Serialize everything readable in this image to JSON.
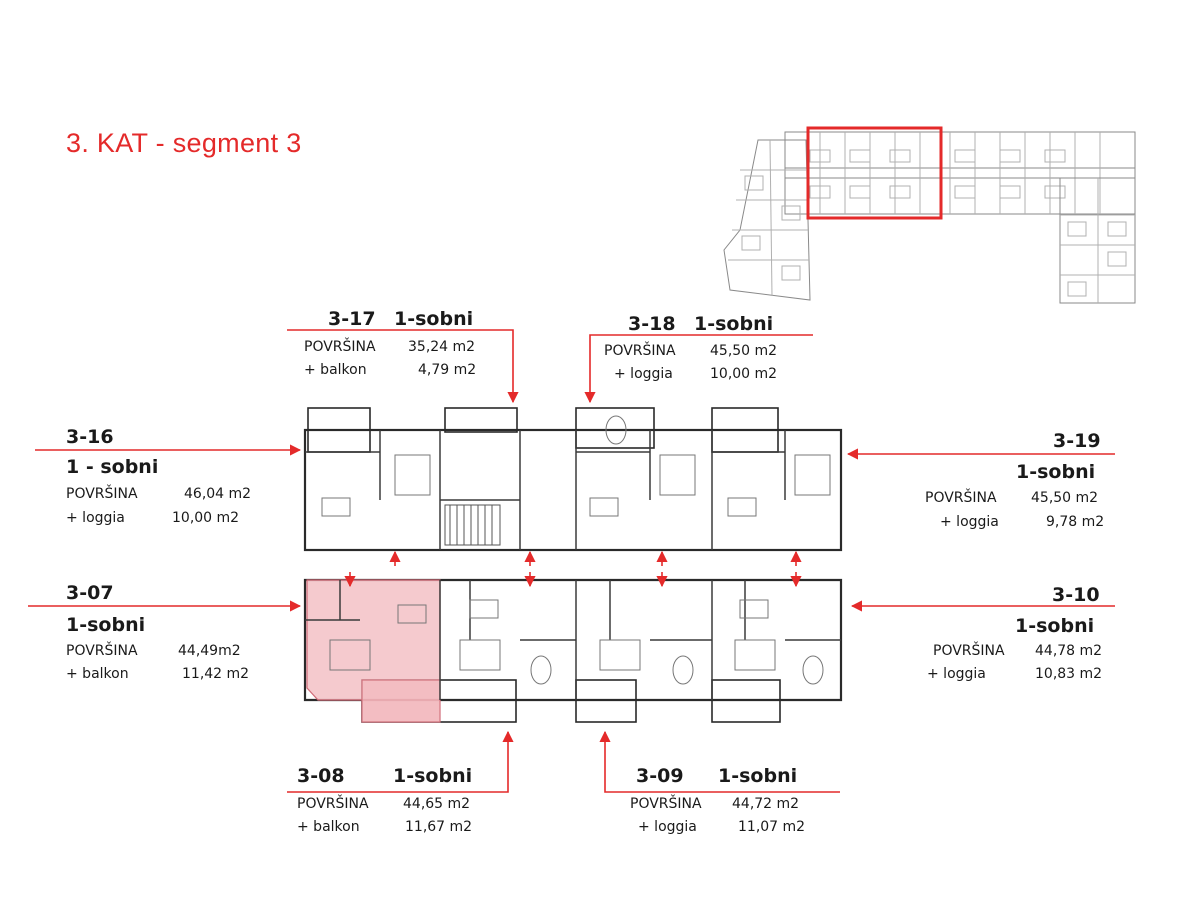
{
  "title": "3. KAT - segment 3",
  "accent_color": "#e42a2a",
  "highlight_color": "#f1b8bd",
  "units": [
    {
      "id": "3-17",
      "code": "3-17",
      "type": "1-sobni",
      "area_label": "POVRŠINA",
      "area": "35,24 m2",
      "extra_label": "+ balkon",
      "extra": "4,79 m2"
    },
    {
      "id": "3-18",
      "code": "3-18",
      "type": "1-sobni",
      "area_label": "POVRŠINA",
      "area": "45,50 m2",
      "extra_label": "+ loggia",
      "extra": "10,00 m2"
    },
    {
      "id": "3-16",
      "code": "3-16",
      "type": "1 - sobni",
      "area_label": "POVRŠINA",
      "area": "46,04 m2",
      "extra_label": "+ loggia",
      "extra": "10,00 m2"
    },
    {
      "id": "3-19",
      "code": "3-19",
      "type": "1-sobni",
      "area_label": "POVRŠINA",
      "area": "45,50 m2",
      "extra_label": "+ loggia",
      "extra": "9,78 m2"
    },
    {
      "id": "3-07",
      "code": "3-07",
      "type": "1-sobni",
      "area_label": "POVRŠINA",
      "area": "44,49m2",
      "extra_label": "+ balkon",
      "extra": "11,42 m2"
    },
    {
      "id": "3-10",
      "code": "3-10",
      "type": "1-sobni",
      "area_label": "POVRŠINA",
      "area": "44,78 m2",
      "extra_label": "+ loggia",
      "extra": "10,83 m2"
    },
    {
      "id": "3-08",
      "code": "3-08",
      "type": "1-sobni",
      "area_label": "POVRŠINA",
      "area": "44,65 m2",
      "extra_label": "+ balkon",
      "extra": "11,67 m2"
    },
    {
      "id": "3-09",
      "code": "3-09",
      "type": "1-sobni",
      "area_label": "POVRŠINA",
      "area": "44,72 m2",
      "extra_label": "+ loggia",
      "extra": "11,07 m2"
    }
  ]
}
